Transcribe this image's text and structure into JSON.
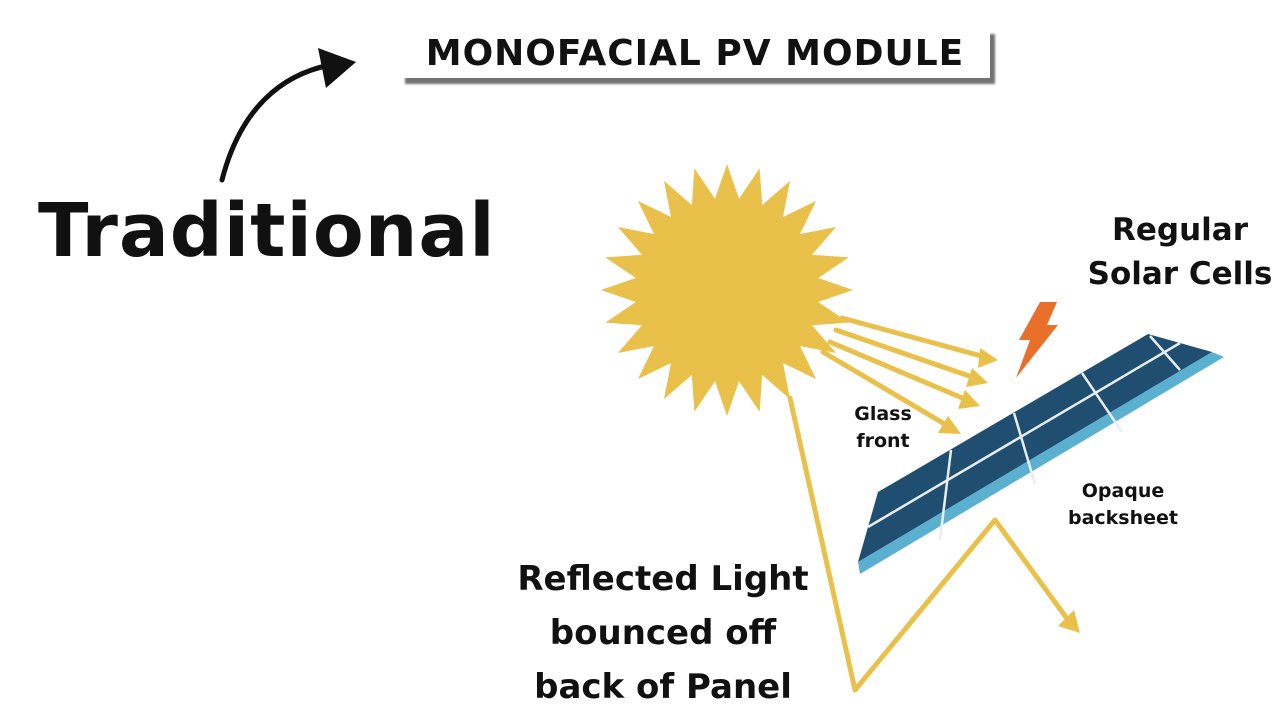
{
  "title": "MONOFACIAL PV MODULE",
  "heading": "Traditional",
  "labels": {
    "regular_cells": [
      "Regular",
      "Solar Cells"
    ],
    "glass_front": [
      "Glass",
      "front"
    ],
    "opaque_backsheet": [
      "Opaque",
      "backsheet"
    ],
    "reflected_light": [
      "Reflected Light",
      "bounced off",
      "back of Panel"
    ]
  },
  "colors": {
    "sun": "#e8c04a",
    "panel_top": "#1f4e70",
    "panel_edge": "#5cb0cf",
    "bolt": "#e8702a",
    "text": "#111111"
  },
  "icons": [
    "curved-arrow-icon",
    "sun-icon",
    "lightning-bolt-icon",
    "solar-panel-icon"
  ]
}
